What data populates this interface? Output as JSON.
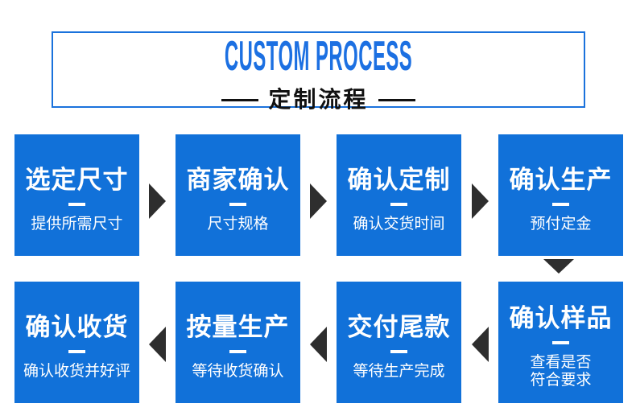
{
  "header": {
    "title": "CUSTOM PROCESS",
    "subtitle": "定制流程"
  },
  "steps": [
    {
      "title": "选定尺寸",
      "subtitle": "提供所需尺寸"
    },
    {
      "title": "商家确认",
      "subtitle": "尺寸规格"
    },
    {
      "title": "确认定制",
      "subtitle": "确认交货时间"
    },
    {
      "title": "确认生产",
      "subtitle": "预付定金"
    },
    {
      "title": "确认样品",
      "subtitle": "查看是否\n符合要求"
    },
    {
      "title": "交付尾款",
      "subtitle": "等待生产完成"
    },
    {
      "title": "按量生产",
      "subtitle": "等待收货确认"
    },
    {
      "title": "确认收货",
      "subtitle": "确认收货并好评"
    }
  ],
  "colors": {
    "box-blue": "#1171d9",
    "accent-blue": "#1c70e2",
    "border-blue": "#1a72dc",
    "arrow-dark": "#2e2e2e",
    "text-dark": "#111111"
  }
}
